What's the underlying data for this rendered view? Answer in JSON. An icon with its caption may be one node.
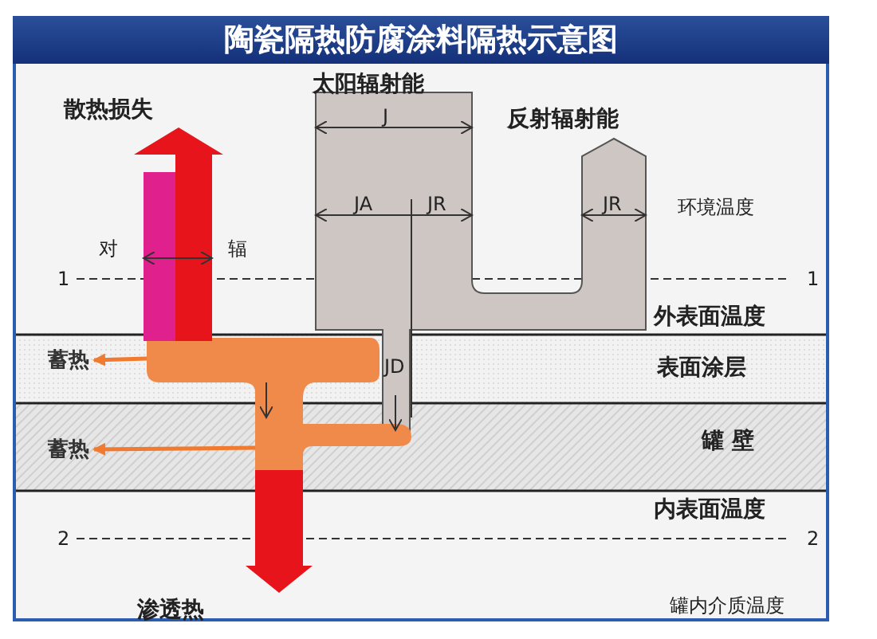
{
  "diagram": {
    "title": "陶瓷隔热防腐涂料隔热示意图",
    "nodes": [
      {
        "text": [
          "蓄热"
        ]
      },
      {
        "text": [
          "蓄热"
        ]
      }
    ],
    "edges": [
      {
        "from": null,
        "to": 0,
        "arrow": "to"
      },
      {
        "from": null,
        "to": 1,
        "arrow": "to"
      }
    ],
    "labels": [
      "太阳辐射能",
      "散热损失",
      "J",
      "反射辐射能",
      "JA",
      "JR",
      "JR",
      "环境温度",
      "对",
      "辐",
      "1",
      "1",
      "外表面温度",
      "JD",
      "表面涂层",
      "罐 壁",
      "内表面温度",
      "2",
      "2",
      "渗透热",
      "罐内介质温度"
    ]
  }
}
